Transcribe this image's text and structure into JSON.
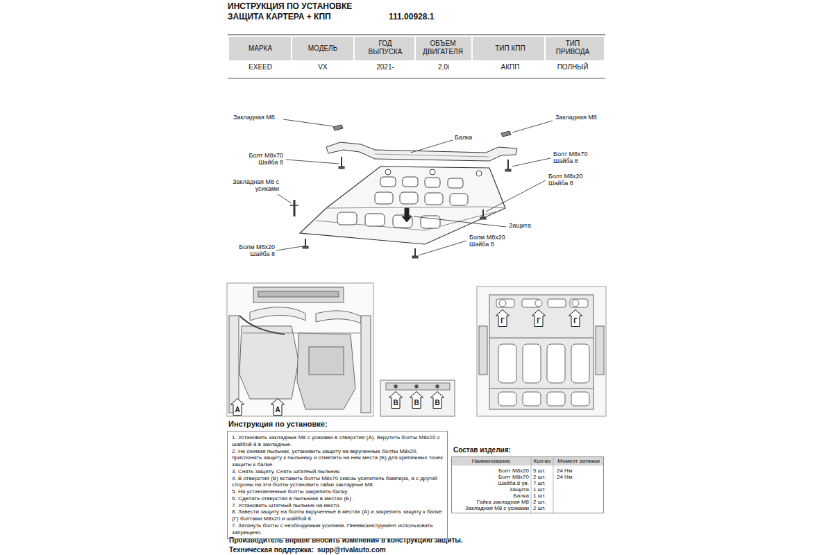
{
  "diagram": {
    "title": "ИНСТРУКЦИЯ ПО УСТАНОВКЕ",
    "nodes": [
      {
        "text": [
          "А"
        ]
      },
      {
        "text": [
          "А"
        ]
      },
      {
        "text": [
          "В"
        ]
      },
      {
        "text": [
          "В"
        ]
      },
      {
        "text": [
          "В"
        ]
      },
      {
        "text": [
          "Г"
        ]
      },
      {
        "text": [
          "Г"
        ]
      },
      {
        "text": [
          "Г"
        ]
      },
      {
        "text": [
          "Инструкция по установке:",
          "1. Установить закладные М8 с усиками в отверстия (А). Вкрутить болты М8х20 с шайбой 8 в закладные.",
          "2. Не снимая пыльник, установить защиту на вкрученные болты М8х20, прислонить защиту к пыльнику и отметить на нем места (Б) для крепежных точек защиты к балке.",
          "3. Снять защиту. Снять штатный пыльник.",
          "4. В отверстия (В) вставить болты М8х70 сквозь усилитель бампера, а с другой стороны на эти болты установить гайки закладные М8.",
          "5. На установленные болты закрепить балку.",
          "6. Сделать отверстия в пыльнике в местах (Б).",
          "7. Установить штатный пыльник на место.",
          "8. Завести защиту на болты вкрученные в местах (А) и закрепить защиту к балке (Г) болтами М8х20 и шайбой 8.",
          "7. Затянуть болты с необходимым усилием. Пневмоинструмент использовать запрещено."
        ]
      },
      {
        "text": [
          "Состав изделия:"
        ]
      }
    ],
    "labels": [
      "ЗАЩИТА КАРТЕРА + КПП",
      "111.00928.1",
      "МАРКА",
      "МОДЕЛЬ",
      "ГОД ВЫПУСКА",
      "ОБЪЕМ ДВИГАТЕЛЯ",
      "ТИП КПП",
      "ТИП ПРИВОДА",
      "EXEED",
      "VX",
      "2021-",
      "2.0i",
      "АКПП",
      "ПОЛНЫЙ",
      "Закладная М8",
      "Закладная М8",
      "Балка",
      "Болт М8х70 Шайба 8",
      "Болт М8х70 Шайба 8",
      "Болт М8х20 Шайба 8",
      "Закладная М8 с усиками",
      "Защита",
      "Болм М8х20 Шайба 8",
      "Болм М8х20 Шайба 8",
      "Производитель вправе вносить изменения в конструкцию защиты.",
      "Техническая поддержка:",
      "supp@rivalauto.com",
      "Наименование",
      "Кол-во",
      "Момент затяжки",
      "Болт М8х20",
      "5 шт.",
      "24 Нм",
      "Болт М8х70",
      "2 шт.",
      "24 Нм",
      "Шайба 8 ув.",
      "7 шт.",
      "Защита",
      "1 шт.",
      "Балка",
      "1 шт.",
      "Гайка закладная М8",
      "2 шт.",
      "Закладная М8 с усиками",
      "2 шт."
    ]
  }
}
